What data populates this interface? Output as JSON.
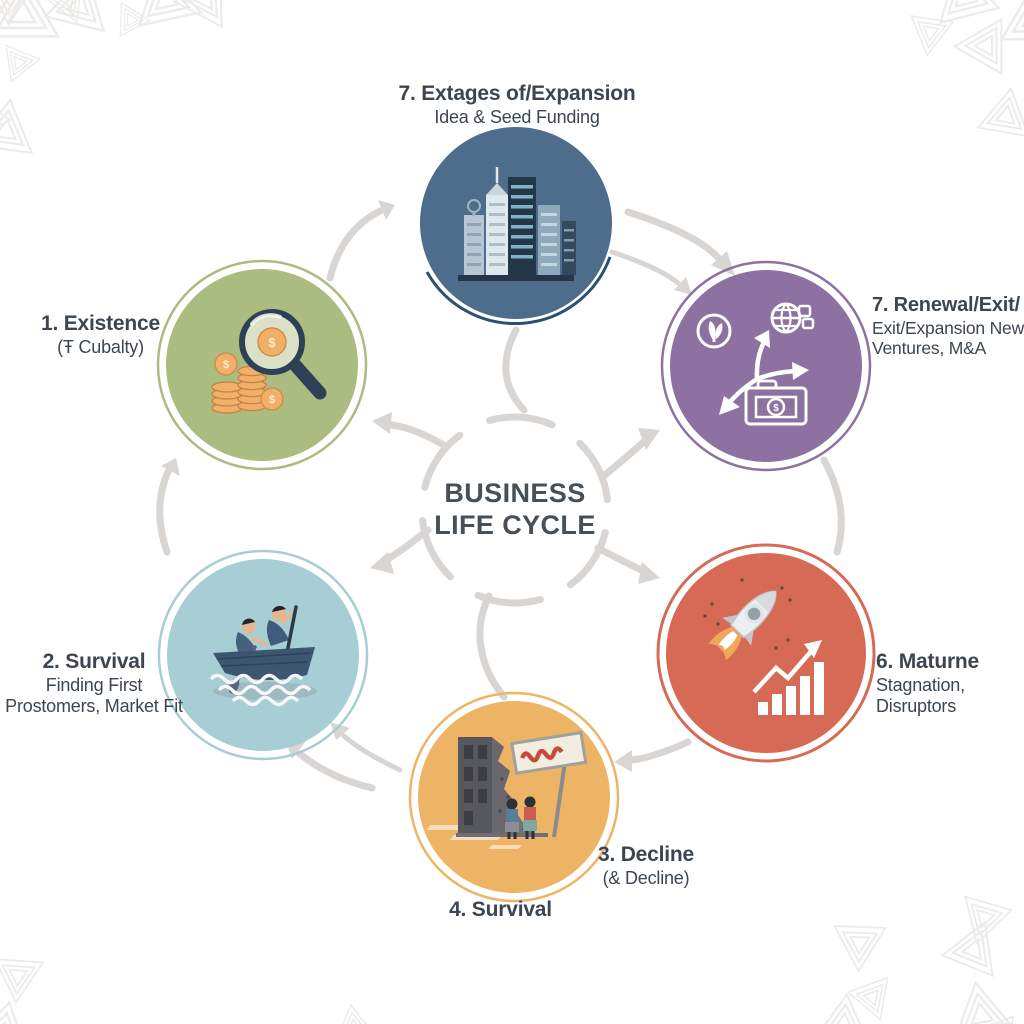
{
  "title": {
    "line1": "BUSINESS",
    "line2": "LIFE CYCLE"
  },
  "labels": {
    "top": {
      "title": "7. Extages of/Expansion",
      "line1": "Idea & Seed Funding"
    },
    "right_top": {
      "title": "7. Renewal/Exit/",
      "line1": "Exit/Expansion New",
      "line2": "Ventures, M&A"
    },
    "left": {
      "title": "1. Existence",
      "line1": "(Ŧ Cubalty)"
    },
    "bottom_left": {
      "title": "2. Survival",
      "line1": "Finding First",
      "line2": "Prostomers, Market Fit"
    },
    "right_bottom": {
      "title": "6. Maturne",
      "line1": "Stagnation,",
      "line2": "Disruptors"
    },
    "decline": {
      "title": "3. Decline",
      "line1": "(& Decline)"
    },
    "bottom": {
      "title": "4. Survival"
    }
  },
  "colors": {
    "text": "#3c4650",
    "arrow": "#d8d5d2",
    "pattern": "#edebe9",
    "node_top": "#4e6d8c",
    "node_top_arc": "#2c4f74",
    "node_renewal": "#8d71a0",
    "node_existence": "#abbc80",
    "node_survival": "#a6ced4",
    "node_mature": "#d66a55",
    "node_decline": "#eeb466"
  },
  "icons": {
    "top": "city-buildings-icon",
    "right_top": "renewal-arrows-icon",
    "left": "coins-magnifier-icon",
    "bottom_left": "rowboat-icon",
    "right_bottom": "rocket-growth-icon",
    "bottom": "declining-building-icon"
  },
  "glyphs": {
    "dollar": "$"
  }
}
